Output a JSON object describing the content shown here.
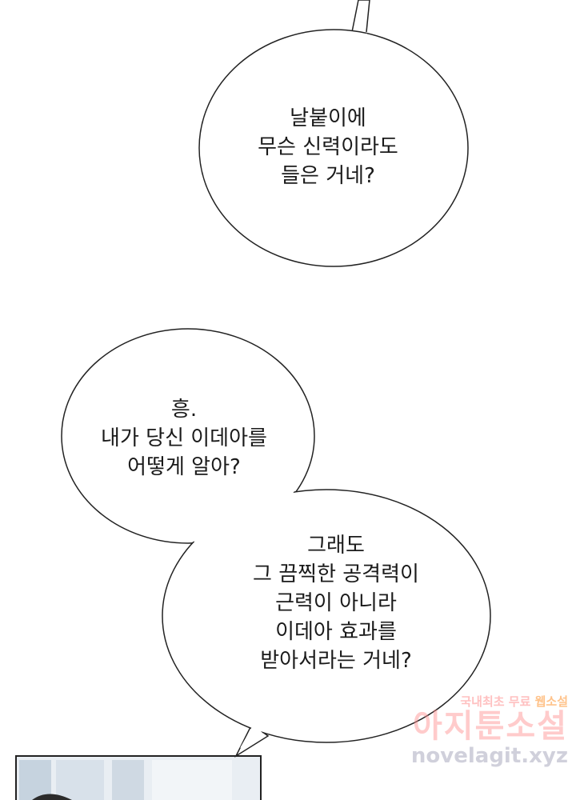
{
  "bubbles": [
    {
      "lines": [
        "날붙이에",
        "무슨 신력이라도",
        "들은 거네?"
      ]
    },
    {
      "lines": [
        "흥.",
        "내가 당신 이데아를",
        "어떻게 알아?"
      ]
    },
    {
      "lines": [
        "그래도",
        "그 끔찍한 공격력이",
        "근력이 아니라",
        "이데아 효과를",
        "받아서라는 거네?"
      ]
    }
  ],
  "watermark": {
    "tagline_prefix": "국내최초 무료 ",
    "tagline_highlight": "웹소설",
    "brand": "아지툰소설",
    "url": "novelagit.xyz"
  },
  "colors": {
    "background": "#ffffff",
    "outline": "#222222",
    "text": "#1a1a1a"
  }
}
